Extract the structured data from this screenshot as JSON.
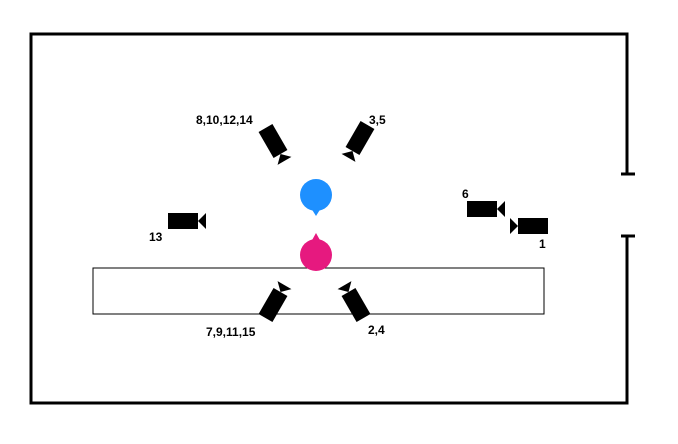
{
  "camera_labels": {
    "cam_1": "1",
    "cam_2_4": "2,4",
    "cam_3_5": "3,5",
    "cam_6": "6",
    "cam_7_9_11_15": "7,9,11,15",
    "cam_8_10_12_14": "8,10,12,14",
    "cam_13": "13"
  },
  "colors": {
    "walls": "#000000",
    "person_blue": "#1e90ff",
    "person_pink": "#e6197f",
    "camera": "#000000",
    "table_fill": "#ffffff"
  },
  "icons": {
    "camera": "video-camera-icon",
    "person_blue": "blue-person-marker",
    "person_pink": "pink-person-marker"
  }
}
